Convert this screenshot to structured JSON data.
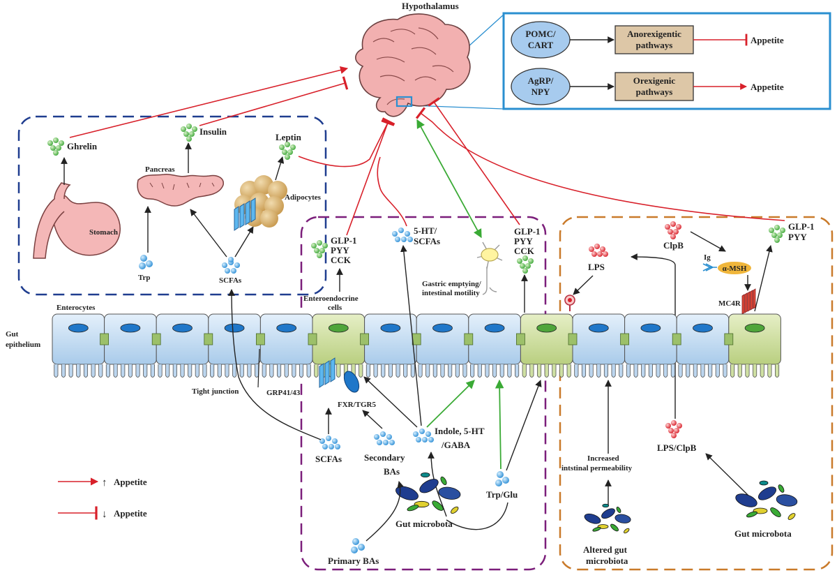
{
  "colors": {
    "stimulate": "#d8202a",
    "inhibit": "#d8202a",
    "neural": "#3aaa35",
    "hypothalamus_box": "#2a8fd0",
    "endocrine_box": "#1f3d8f",
    "microbiota_box": "#7b1e7a",
    "permeability_box": "#c97a2a",
    "enterocyte": "#c9def2",
    "enteroendocrine": "#cfe0a3",
    "brain": "#f2b0b0"
  },
  "hypothalamus": {
    "title": "Hypothalamus",
    "pomc": "POMC/",
    "cart": "CART",
    "anorexigenic_1": "Anorexigentic",
    "anorexigenic_2": "pathways",
    "agrp": "AgRP/",
    "npy": "NPY",
    "orexigenic_1": "Orexigenic",
    "orexigenic_2": "pathways",
    "appetite_down": "Appetite",
    "appetite_up": "Appetite"
  },
  "endocrine": {
    "ghrelin": "Ghrelin",
    "insulin": "Insulin",
    "leptin": "Leptin",
    "pancreas": "Pancreas",
    "adipocytes": "Adipocytes",
    "stomach": "Stomach",
    "trp": "Trp",
    "scfas": "SCFAs"
  },
  "gut": {
    "label_1": "Gut",
    "label_2": "epithelium",
    "enterocytes": "Enterocytes",
    "enteroendocrine_1": "Enteroendocrine",
    "enteroendocrine_2": "cells",
    "tight_junction": "Tight junction"
  },
  "microbiota_panel": {
    "glp1_a": "GLP-1",
    "pyy_a": "PYY",
    "cck_a": "CCK",
    "ht_scfa_1": "5-HT/",
    "ht_scfa_2": "SCFAs",
    "gastric_1": "Gastric emptying/",
    "gastric_2": "intestinal motility",
    "glp1_b": "GLP-1",
    "pyy_b": "PYY",
    "cck_b": "CCK",
    "grp": "GRP41/43",
    "fxr": "FXR/TGR5",
    "scfas": "SCFAs",
    "secondary_1": "Secondary",
    "secondary_2": "BAs",
    "indole_1": "Indole, 5-HT",
    "indole_2": "/GABA",
    "trpglu": "Trp/Glu",
    "gut_microbiota": "Gut microbota",
    "primary": "Primary BAs"
  },
  "permeability_panel": {
    "lps": "LPS",
    "clpb": "ClpB",
    "ig": "Ig",
    "amsh": "α-MSH",
    "mc4r": "MC4R",
    "glp1": "GLP-1",
    "pyy": "PYY",
    "increased_1": "Increased",
    "increased_2": "intstinal permeability",
    "lps_clpb": "LPS/ClpB",
    "altered_1": "Altered gut",
    "altered_2": "microbiota",
    "gut_microbiota": "Gut microbota"
  },
  "legend": {
    "up": "Appetite",
    "down": "Appetite",
    "up_symbol": "↑",
    "down_symbol": "↓"
  }
}
